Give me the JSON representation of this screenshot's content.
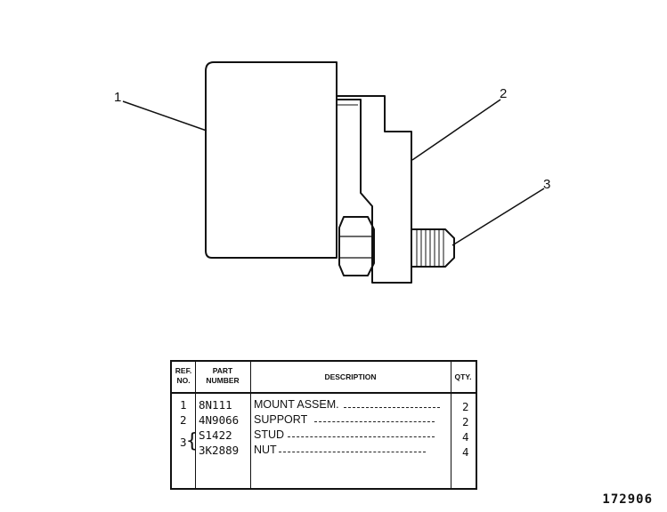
{
  "callouts": [
    "1",
    "2",
    "3"
  ],
  "table": {
    "headers": {
      "ref_no": "REF. NO.",
      "part_number": "PART NUMBER",
      "description": "DESCRIPTION",
      "qty": "QTY."
    },
    "rows": [
      {
        "ref": "1",
        "part": "8N111",
        "description": "MOUNT ASSEM.",
        "qty": "2"
      },
      {
        "ref": "2",
        "part": "4N9066",
        "description": "SUPPORT",
        "qty": "2"
      },
      {
        "ref": "3",
        "part": "S1422",
        "description": "STUD",
        "qty": "4"
      },
      {
        "ref": "",
        "part": "3K2889",
        "description": "NUT",
        "qty": "4"
      }
    ]
  },
  "figure_number": "172906"
}
